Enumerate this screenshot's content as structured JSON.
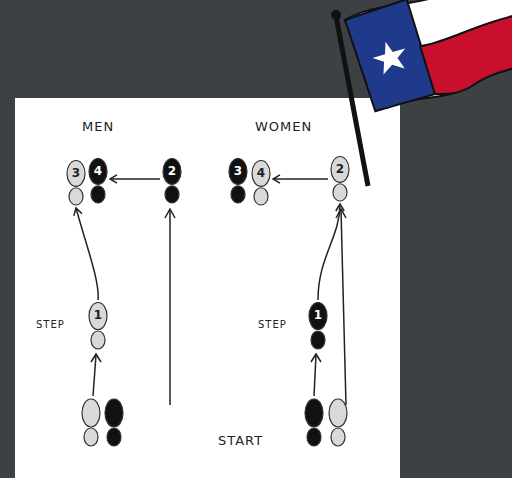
{
  "diagram": {
    "nodes": [
      {
        "text": [
          "3"
        ]
      },
      {
        "text": [
          "4"
        ]
      },
      {
        "text": [
          "2"
        ]
      },
      {
        "text": [
          "3"
        ]
      },
      {
        "text": [
          "4"
        ]
      },
      {
        "text": [
          "2"
        ]
      },
      {
        "text": [
          "1"
        ]
      },
      {
        "text": [
          "1"
        ]
      }
    ],
    "edges": [
      {
        "from": 2,
        "to": 1,
        "arrow": "to"
      },
      {
        "from": 6,
        "to": 0,
        "arrow": "to"
      },
      {
        "from": 5,
        "to": 4,
        "arrow": "to"
      },
      {
        "from": 7,
        "to": 5,
        "arrow": "to"
      }
    ],
    "labels": [
      "MEN",
      "WOMEN",
      "STEP",
      "STEP",
      "START"
    ]
  }
}
